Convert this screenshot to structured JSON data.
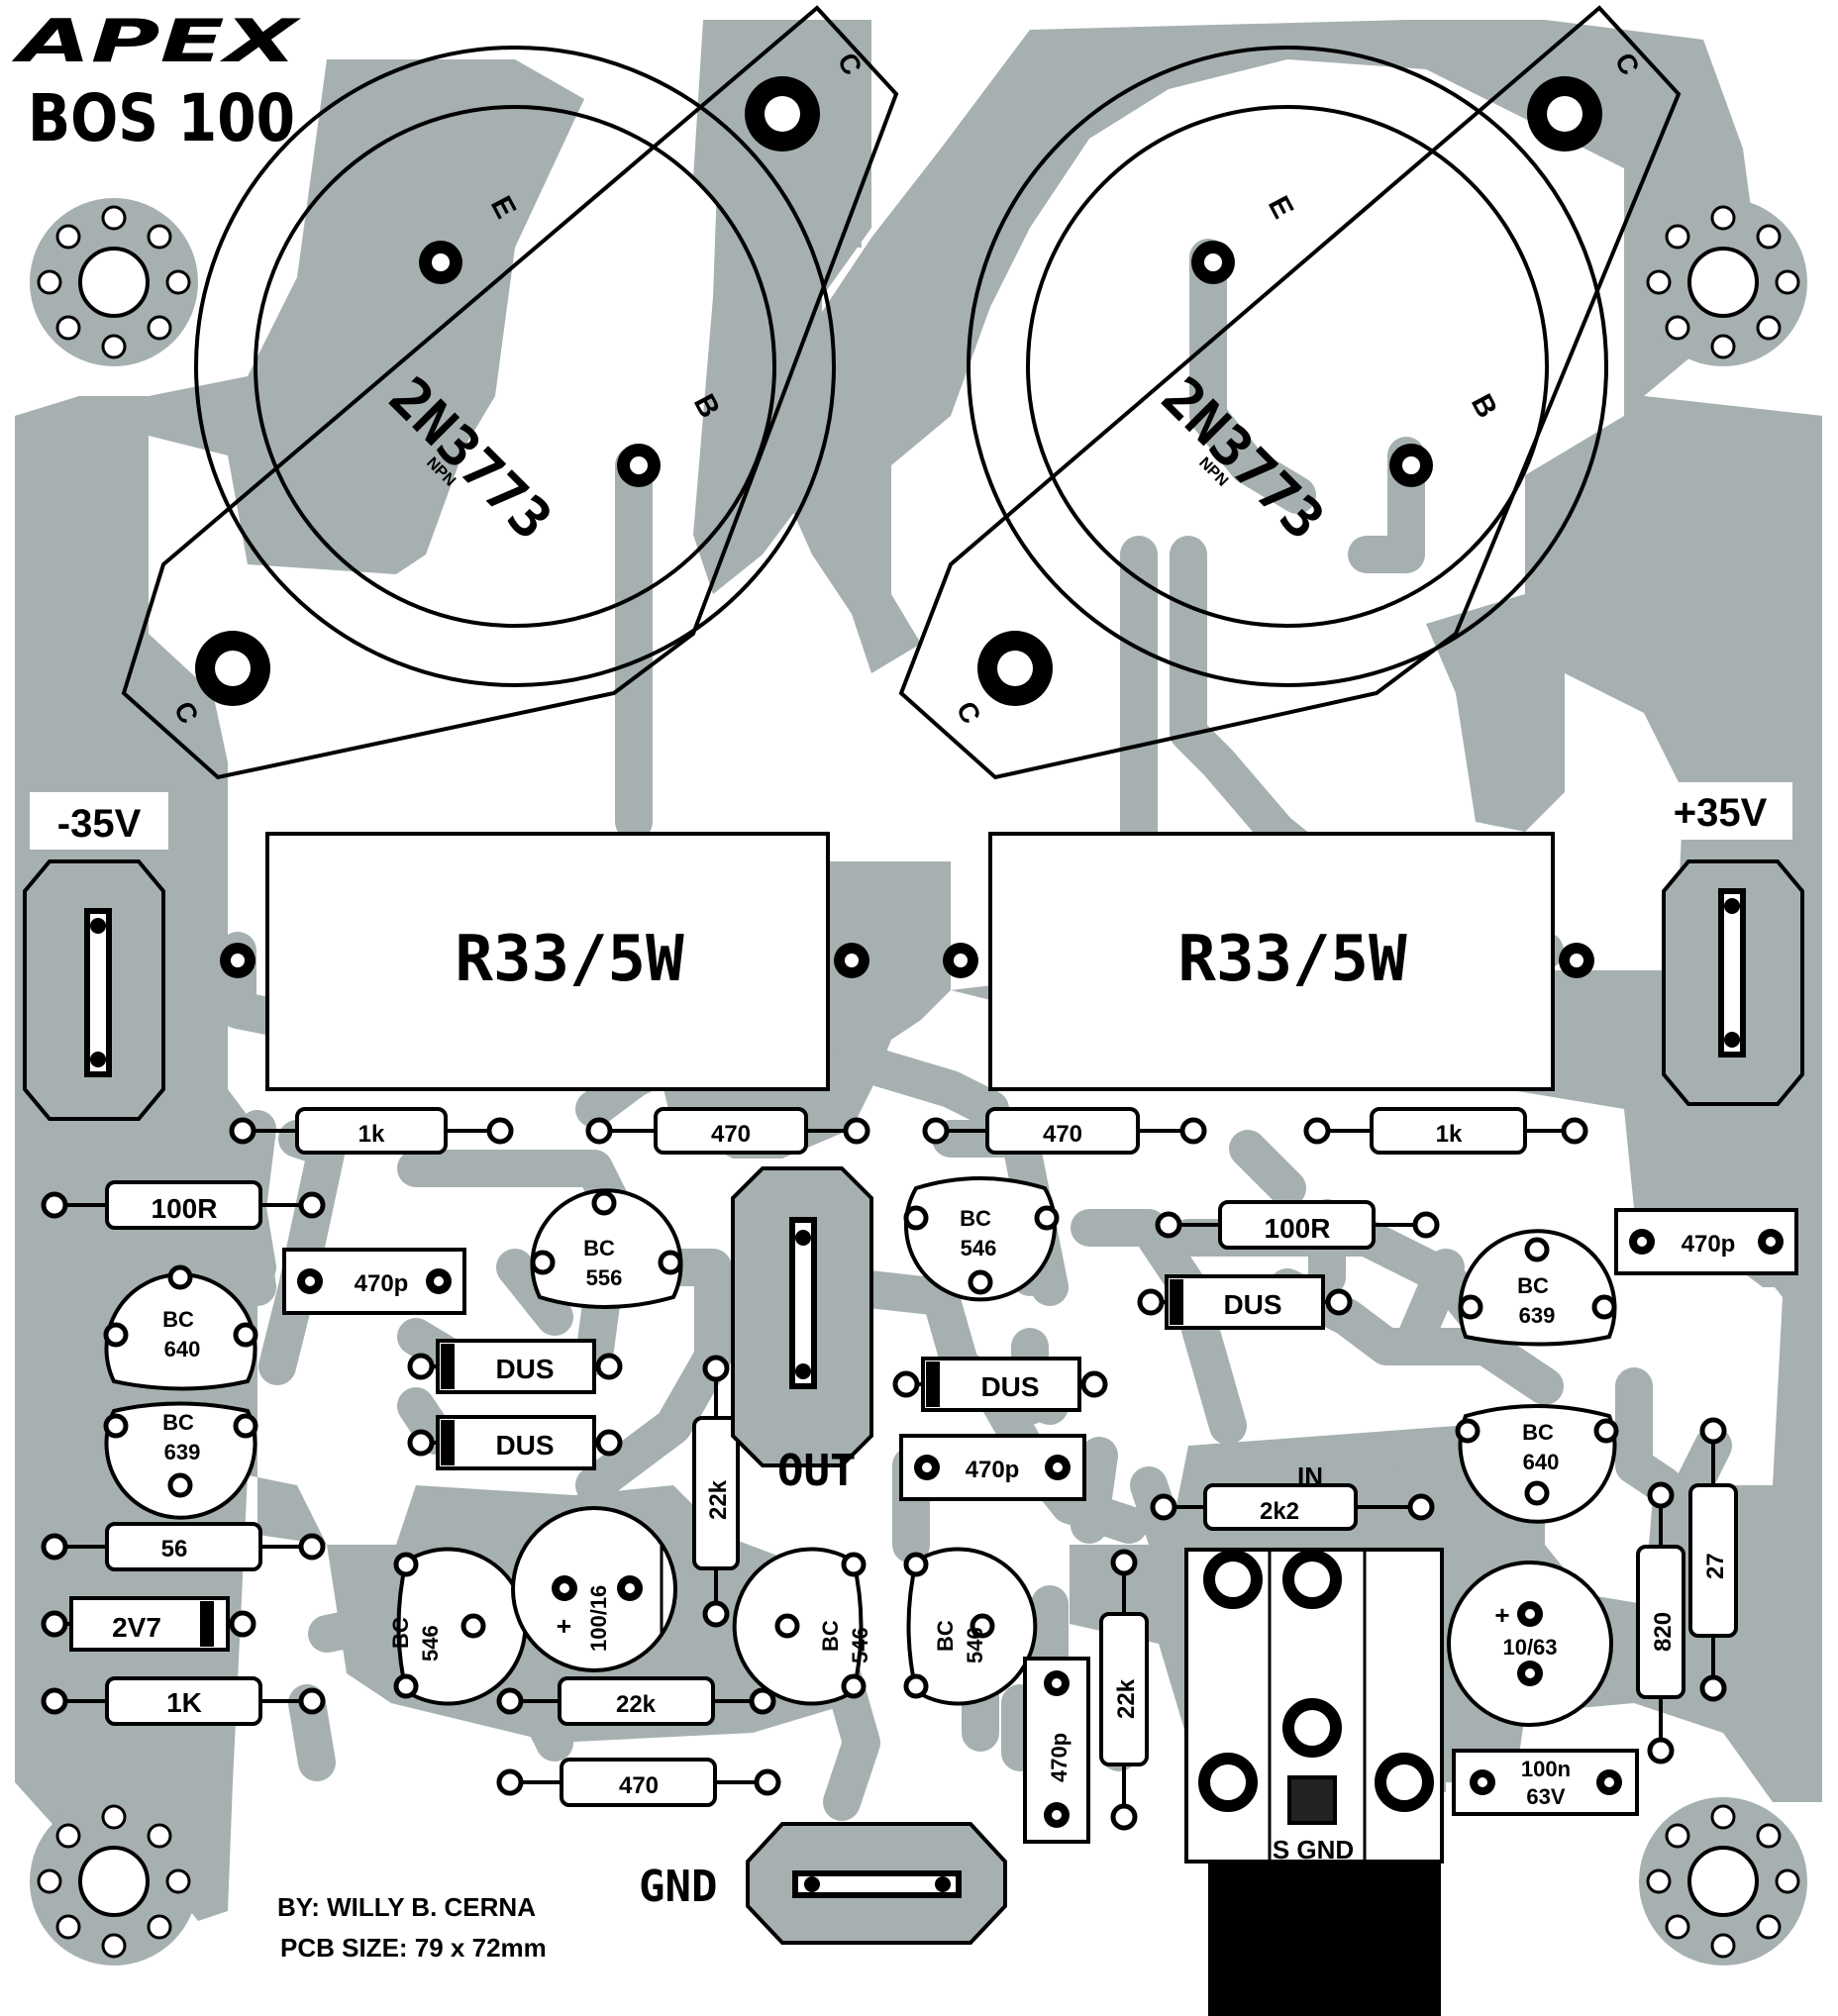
{
  "header": {
    "brand": "APEX",
    "model": "BOS 100"
  },
  "transistors": [
    {
      "part": "2N3773",
      "type": "NPN",
      "pins": {
        "emitter": "E",
        "base": "B",
        "collector": "C"
      }
    },
    {
      "part": "2N3773",
      "type": "NPN",
      "pins": {
        "emitter": "E",
        "base": "B",
        "collector": "C"
      }
    }
  ],
  "power_resistors": [
    "R33/5W",
    "R33/5W"
  ],
  "supply": {
    "negative": "-35V",
    "positive": "+35V"
  },
  "resistors": {
    "r_1k_left": "1k",
    "r_470_mid_left": "470",
    "r_470_mid_right": "470",
    "r_1k_right": "1k",
    "r_100r_left": "100R",
    "r_100r_right": "100R",
    "r_22k_vertical": "22k",
    "r_56": "56",
    "r_1k_bottom": "1K",
    "r_22k_bottom": "22k",
    "r_470_bottom": "470",
    "r_2k2": "2k2",
    "r_22k_right_vertical": "22k",
    "r_820": "820",
    "r_27": "27"
  },
  "small_transistors": {
    "q_bc556_line1": "BC",
    "q_bc556_line2": "556",
    "q_bc546_top_line1": "BC",
    "q_bc546_top_line2": "546",
    "q_bc640_left_line1": "BC",
    "q_bc640_left_line2": "640",
    "q_bc639_left_line1": "BC",
    "q_bc639_left_line2": "639",
    "q_bc639_right_line1": "BC",
    "q_bc639_right_line2": "639",
    "q_bc640_right_line1": "BC",
    "q_bc640_right_line2": "640",
    "q_bc546_a_line1": "BC",
    "q_bc546_a_line2": "546",
    "q_bc546_b_line1": "BC",
    "q_bc546_b_line2": "546",
    "q_bc546_c_line1": "BC",
    "q_bc546_c_line2": "546"
  },
  "capacitors": {
    "c_470p_left": "470p",
    "c_470p_right": "470p",
    "c_470p_out": "470p",
    "c_470p_vertical": "470p",
    "c_100_16": "100/16",
    "c_10_63": "10/63",
    "c_100n_line1": "100n",
    "c_100n_line2": "63V",
    "electrolytic_plus": "+"
  },
  "diodes": {
    "d_dus_1": "DUS",
    "d_dus_2": "DUS",
    "d_dus_3": "DUS",
    "d_dus_4": "DUS",
    "d_2v7": "2V7"
  },
  "connectors": {
    "out": "OUT",
    "in": "IN",
    "gnd": "GND",
    "signal": "S GND"
  },
  "credits": {
    "author": "BY: WILLY B. CERNA",
    "size": "PCB SIZE: 79 x 72mm"
  },
  "colors": {
    "copper": "#a6b0b0",
    "ink": "#000000",
    "paper": "#ffffff"
  }
}
